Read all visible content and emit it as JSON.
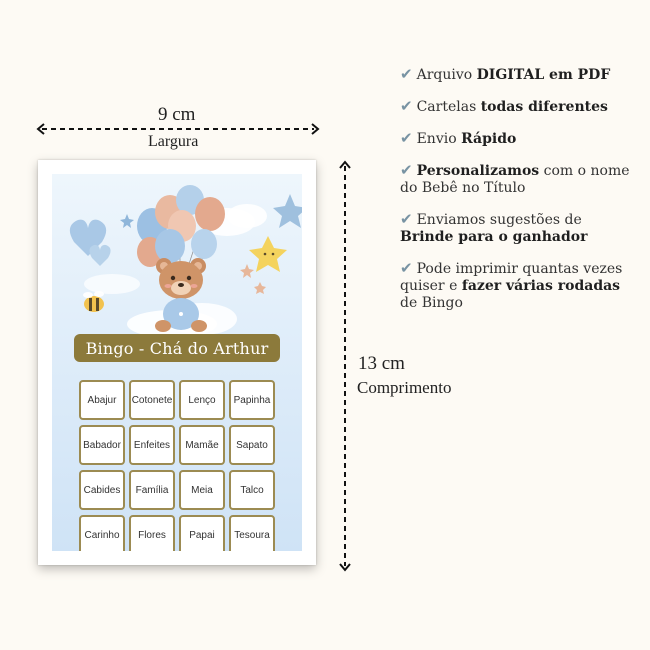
{
  "dimensions": {
    "width_value": "9 cm",
    "width_label": "Largura",
    "height_value": "13 cm",
    "height_label": "Comprimento"
  },
  "card": {
    "title": "Bingo - Chá do Arthur",
    "cells": [
      "Abajur",
      "Cotonete",
      "Lenço",
      "Papinha",
      "Babador",
      "Enfeites",
      "Mamãe",
      "Sapato",
      "Cabides",
      "Família",
      "Meia",
      "Talco",
      "Carinho",
      "Flores",
      "Papai",
      "Tesoura"
    ]
  },
  "features": [
    {
      "check": "✔",
      "parts": [
        {
          "text": "Arquivo "
        },
        {
          "text": "DIGITAL em PDF",
          "bold": true
        }
      ]
    },
    {
      "check": "✔",
      "parts": [
        {
          "text": "Cartelas "
        },
        {
          "text": "todas diferentes",
          "bold": true
        }
      ]
    },
    {
      "check": "✔",
      "parts": [
        {
          "text": "Envio "
        },
        {
          "text": "Rápido",
          "bold": true
        }
      ]
    },
    {
      "check": "✔",
      "parts": [
        {
          "text": "Personalizamos",
          "bold": true
        },
        {
          "text": " com o nome do Bebê no Título"
        }
      ]
    },
    {
      "check": "✔",
      "parts": [
        {
          "text": "Enviamos sugestões de "
        },
        {
          "text": "Brinde para o ganhador",
          "bold": true
        }
      ]
    },
    {
      "check": "✔",
      "parts": [
        {
          "text": "Pode imprimir quantas vezes quiser e "
        },
        {
          "text": "fazer várias rodadas",
          "bold": true
        },
        {
          "text": " de Bingo"
        }
      ]
    }
  ],
  "colors": {
    "banner": "#8c7a3b",
    "cell_border": "#9c8b52",
    "check": "#7893a3",
    "background": "#fdfaf4"
  }
}
